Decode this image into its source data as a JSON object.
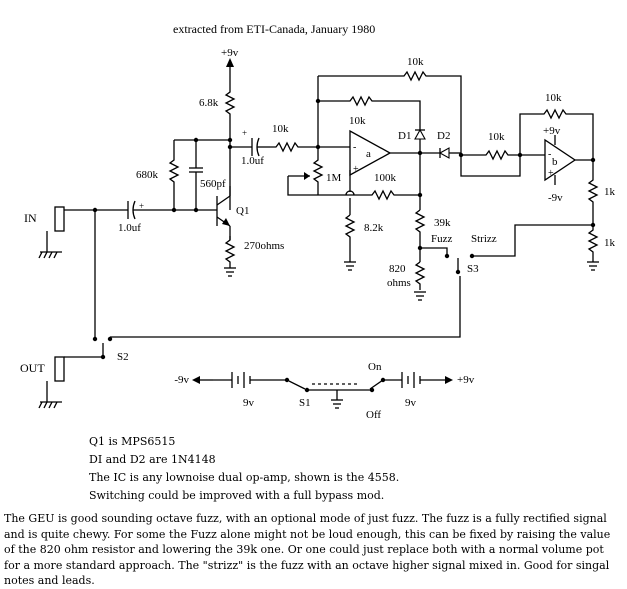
{
  "header": "extracted from ETI-Canada, January 1980",
  "labels": {
    "supply_top": "+9v",
    "r_6k8": "6.8k",
    "r_680k": "680k",
    "c_560pf": "560pf",
    "c_in": "1.0uf",
    "c_out": "1.0uf",
    "r_10k_in": "10k",
    "q1": "Q1",
    "r_270": "270ohms",
    "pot_1m": "1M",
    "r_100k": "100k",
    "r_8k2": "8.2k",
    "r_10k_fb_top": "10k",
    "r_10k_fb": "10k",
    "opamp_a": "a",
    "opamp_b": "b",
    "d1": "D1",
    "d2": "D2",
    "r_10k_b_in": "10k",
    "r_10k_b_fb": "10k",
    "b_pos": "+9v",
    "b_neg": "-9v",
    "r_1k_a": "1k",
    "r_1k_b": "1k",
    "r_39k": "39k",
    "fuzz": "Fuzz",
    "strizz": "Strizz",
    "s3": "S3",
    "r_820": "820",
    "ohms": "ohms",
    "in": "IN",
    "out": "OUT",
    "s2": "S2",
    "batt_neg_label": "-9v",
    "batt_pos_label": "+9v",
    "batt_left": "9v",
    "batt_right": "9v",
    "s1": "S1",
    "on": "On",
    "off": "Off"
  },
  "notes": [
    "Q1 is MPS6515",
    "DI and D2 are 1N4148",
    "The IC is any lownoise dual op-amp, shown is the 4558.",
    "Switching could be improved with a full bypass mod."
  ],
  "description": "The GEU is good sounding octave fuzz, with an optional mode of just fuzz.  The fuzz is a fully rectified signal and is quite chewy.  For some the Fuzz alone might not be loud enough, this can be fixed by raising the value of the 820 ohm resistor and lowering the 39k one.  Or one could just replace both with a normal volume pot for a more standard approach.  The \"strizz\" is the fuzz with an octave higher signal mixed in.  Good for singal notes and leads."
}
